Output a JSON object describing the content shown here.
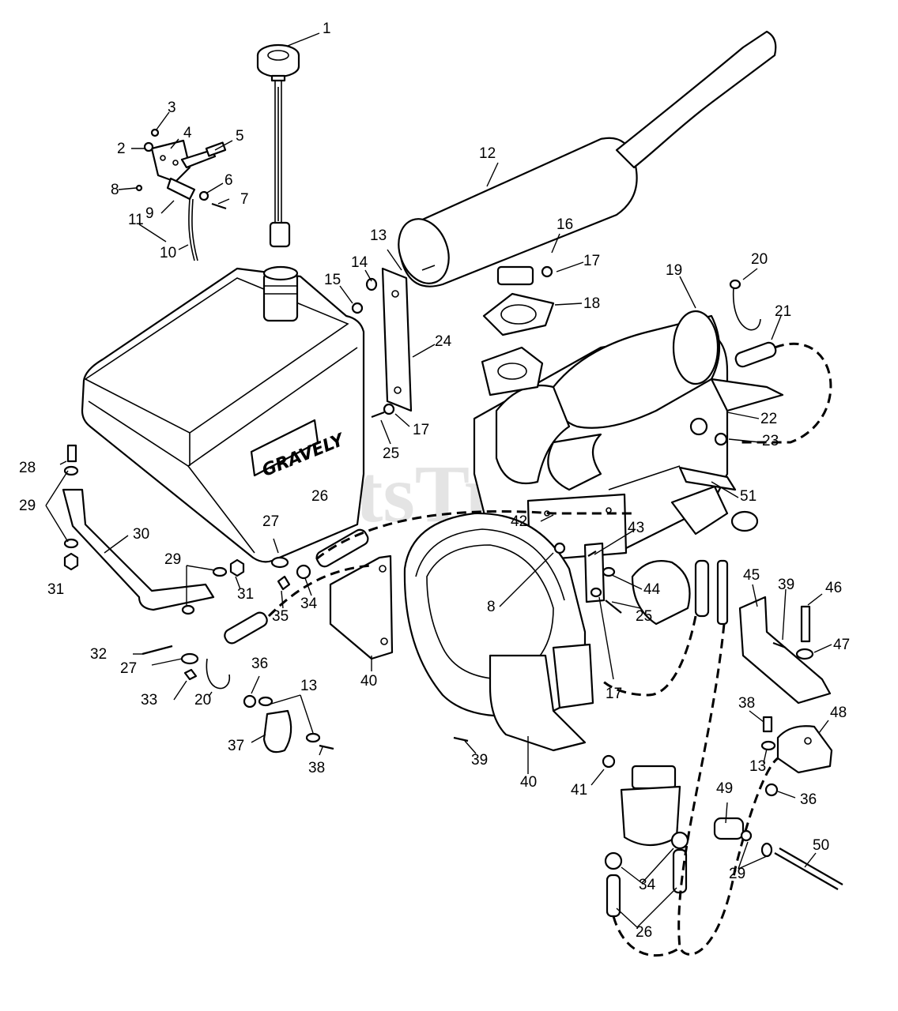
{
  "watermark": "PartsTree",
  "tank_brand": "GRAVELY",
  "part_labels": [
    {
      "id": "1",
      "text": "1"
    },
    {
      "id": "2",
      "text": "2"
    },
    {
      "id": "3",
      "text": "3"
    },
    {
      "id": "4",
      "text": "4"
    },
    {
      "id": "5",
      "text": "5"
    },
    {
      "id": "6",
      "text": "6"
    },
    {
      "id": "7",
      "text": "7"
    },
    {
      "id": "8a",
      "text": "8"
    },
    {
      "id": "9",
      "text": "9"
    },
    {
      "id": "10",
      "text": "10"
    },
    {
      "id": "11",
      "text": "11"
    },
    {
      "id": "12",
      "text": "12"
    },
    {
      "id": "13a",
      "text": "13"
    },
    {
      "id": "14",
      "text": "14"
    },
    {
      "id": "15",
      "text": "15"
    },
    {
      "id": "16",
      "text": "16"
    },
    {
      "id": "17a",
      "text": "17"
    },
    {
      "id": "18",
      "text": "18"
    },
    {
      "id": "19",
      "text": "19"
    },
    {
      "id": "20a",
      "text": "20"
    },
    {
      "id": "21",
      "text": "21"
    },
    {
      "id": "22",
      "text": "22"
    },
    {
      "id": "23",
      "text": "23"
    },
    {
      "id": "24",
      "text": "24"
    },
    {
      "id": "17b",
      "text": "17"
    },
    {
      "id": "25a",
      "text": "25"
    },
    {
      "id": "26a",
      "text": "26"
    },
    {
      "id": "27a",
      "text": "27"
    },
    {
      "id": "28",
      "text": "28"
    },
    {
      "id": "29a",
      "text": "29"
    },
    {
      "id": "30",
      "text": "30"
    },
    {
      "id": "31a",
      "text": "31"
    },
    {
      "id": "29b",
      "text": "29"
    },
    {
      "id": "31b",
      "text": "31"
    },
    {
      "id": "32",
      "text": "32"
    },
    {
      "id": "27b",
      "text": "27"
    },
    {
      "id": "33",
      "text": "33"
    },
    {
      "id": "20b",
      "text": "20"
    },
    {
      "id": "35",
      "text": "35"
    },
    {
      "id": "34a",
      "text": "34"
    },
    {
      "id": "36a",
      "text": "36"
    },
    {
      "id": "13b",
      "text": "13"
    },
    {
      "id": "37",
      "text": "37"
    },
    {
      "id": "38a",
      "text": "38"
    },
    {
      "id": "40a",
      "text": "40"
    },
    {
      "id": "8b",
      "text": "8"
    },
    {
      "id": "42",
      "text": "42"
    },
    {
      "id": "43",
      "text": "43"
    },
    {
      "id": "51",
      "text": "51"
    },
    {
      "id": "44",
      "text": "44"
    },
    {
      "id": "25b",
      "text": "25"
    },
    {
      "id": "17c",
      "text": "17"
    },
    {
      "id": "45",
      "text": "45"
    },
    {
      "id": "39a",
      "text": "39"
    },
    {
      "id": "46",
      "text": "46"
    },
    {
      "id": "47",
      "text": "47"
    },
    {
      "id": "38b",
      "text": "38"
    },
    {
      "id": "48",
      "text": "48"
    },
    {
      "id": "13c",
      "text": "13"
    },
    {
      "id": "36b",
      "text": "36"
    },
    {
      "id": "39b",
      "text": "39"
    },
    {
      "id": "40b",
      "text": "40"
    },
    {
      "id": "41",
      "text": "41"
    },
    {
      "id": "49",
      "text": "49"
    },
    {
      "id": "29c",
      "text": "29"
    },
    {
      "id": "50",
      "text": "50"
    },
    {
      "id": "34b",
      "text": "34"
    },
    {
      "id": "26b",
      "text": "26"
    }
  ]
}
